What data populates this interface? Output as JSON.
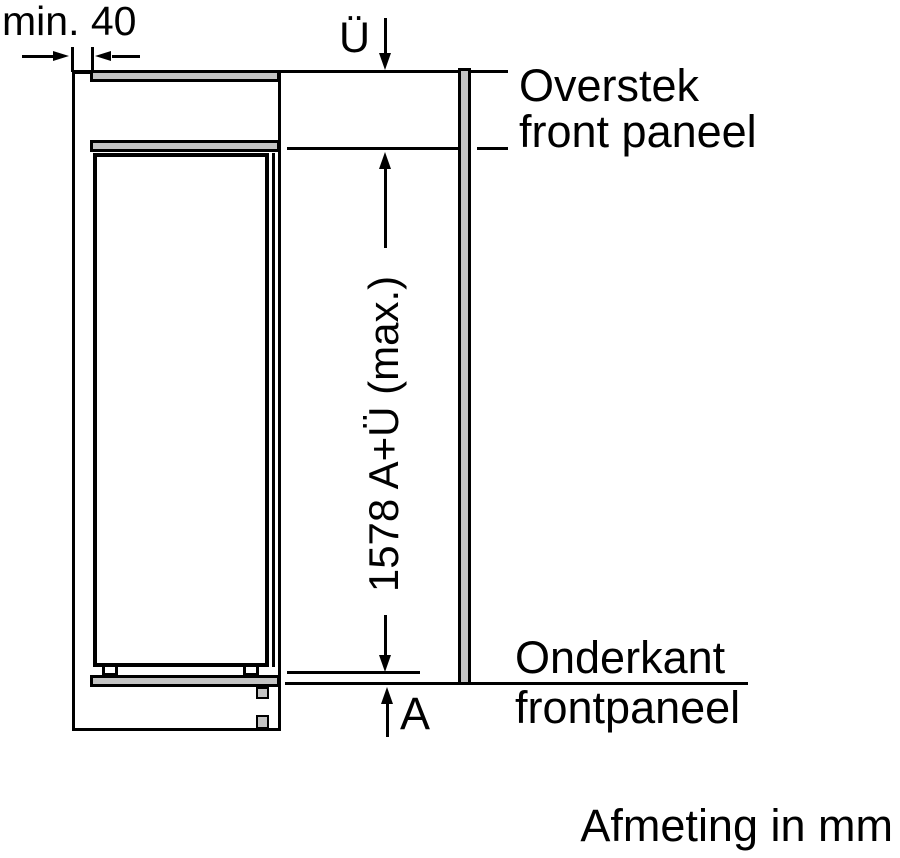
{
  "diagram": {
    "labels": {
      "min_gap": "min. 40",
      "overhang": "Ü",
      "height_dim": "1578 A+Ü (max.)",
      "bottom_dim": "A",
      "overstek": {
        "line1": "Overstek",
        "line2": "front paneel"
      },
      "onderkant": {
        "line1": "Onderkant",
        "line2": "frontpaneel"
      },
      "footer": "Afmeting in mm"
    },
    "colors": {
      "line": "#000000",
      "panel_fill": "#c4c4c4",
      "background": "#ffffff"
    }
  }
}
